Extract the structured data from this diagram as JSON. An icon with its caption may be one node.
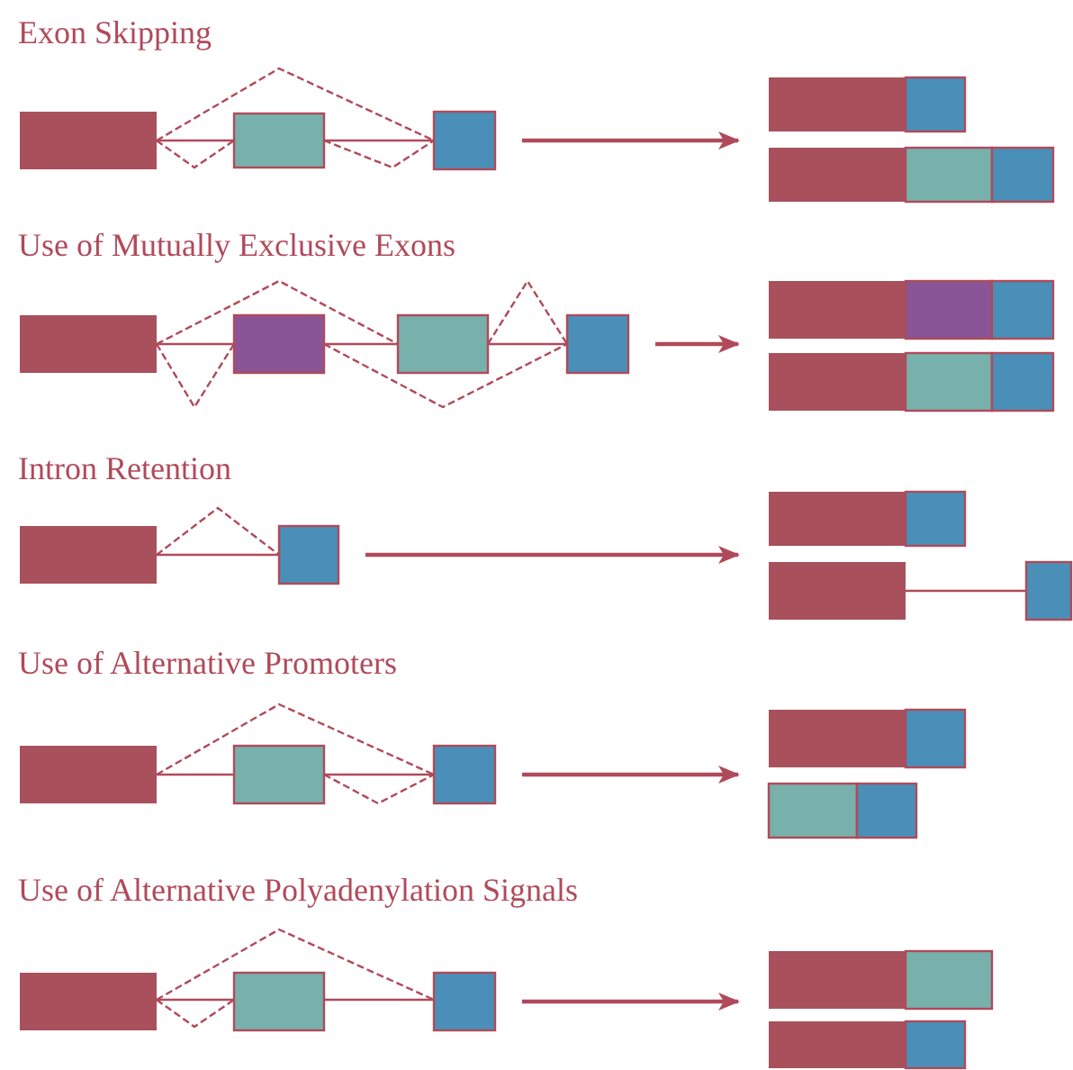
{
  "diagram": {
    "nodes": [
      {
        "text": [],
        "shape": "picture"
      },
      {
        "text": [],
        "shape": "picture"
      },
      {
        "text": [],
        "shape": "picture"
      },
      {
        "text": [],
        "shape": "picture"
      },
      {
        "text": [],
        "shape": "picture"
      },
      {
        "text": [],
        "shape": "picture"
      },
      {
        "text": [],
        "shape": "picture"
      },
      {
        "text": [],
        "shape": "picture"
      },
      {
        "text": [],
        "shape": "picture"
      },
      {
        "text": [],
        "shape": "picture"
      }
    ],
    "edges": [
      {
        "from": 0,
        "to": 1,
        "arrow": "to"
      },
      {
        "from": 2,
        "to": 3,
        "arrow": "to"
      },
      {
        "from": 4,
        "to": 5,
        "arrow": "to"
      },
      {
        "from": 6,
        "to": 7,
        "arrow": "to"
      },
      {
        "from": 8,
        "to": 9,
        "arrow": "to"
      }
    ],
    "labels": [
      "Exon Skipping",
      "Use of Mutually Exclusive Exons",
      "Intron Retention",
      "Use of Alternative Promoters",
      "Use of Alternative Polyadenylation Signals"
    ]
  }
}
